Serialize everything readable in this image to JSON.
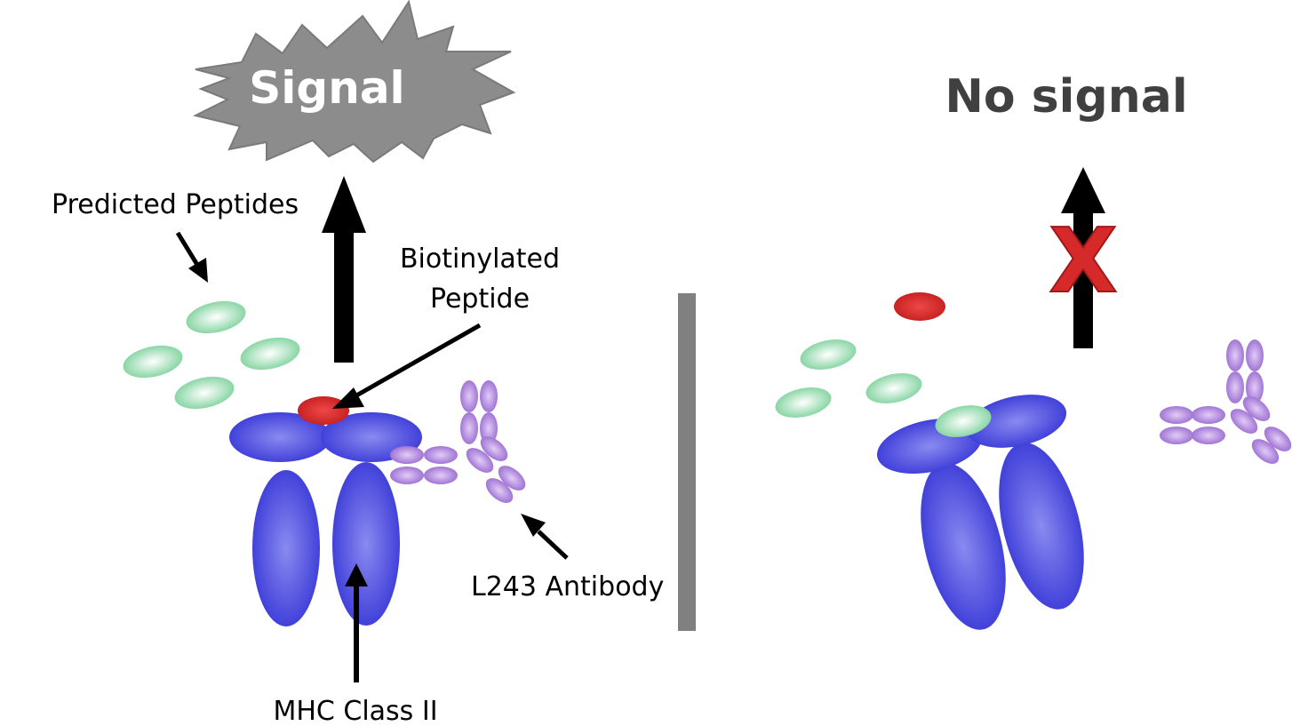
{
  "left_panel": {
    "signal_text": "Signal",
    "labels": {
      "predicted_peptides": "Predicted Peptides",
      "biotinylated_line1": "Biotinylated",
      "biotinylated_line2": "Peptide",
      "l243_antibody": "L243 Antibody",
      "mhc_class_ii": "MHC Class II"
    }
  },
  "right_panel": {
    "no_signal_text": "No signal",
    "x_mark": "X"
  },
  "colors": {
    "mhc_blue": "#3a3ad8",
    "mhc_highlight": "#8a8af0",
    "peptide_green": "#7ed29c",
    "biotin_red": "#d42a2a",
    "antibody_purple": "#a77ad8",
    "starburst_gray": "#8c8c8c",
    "divider_gray": "#808080",
    "x_red": "#d62a2a",
    "arrow_black": "#000000"
  }
}
